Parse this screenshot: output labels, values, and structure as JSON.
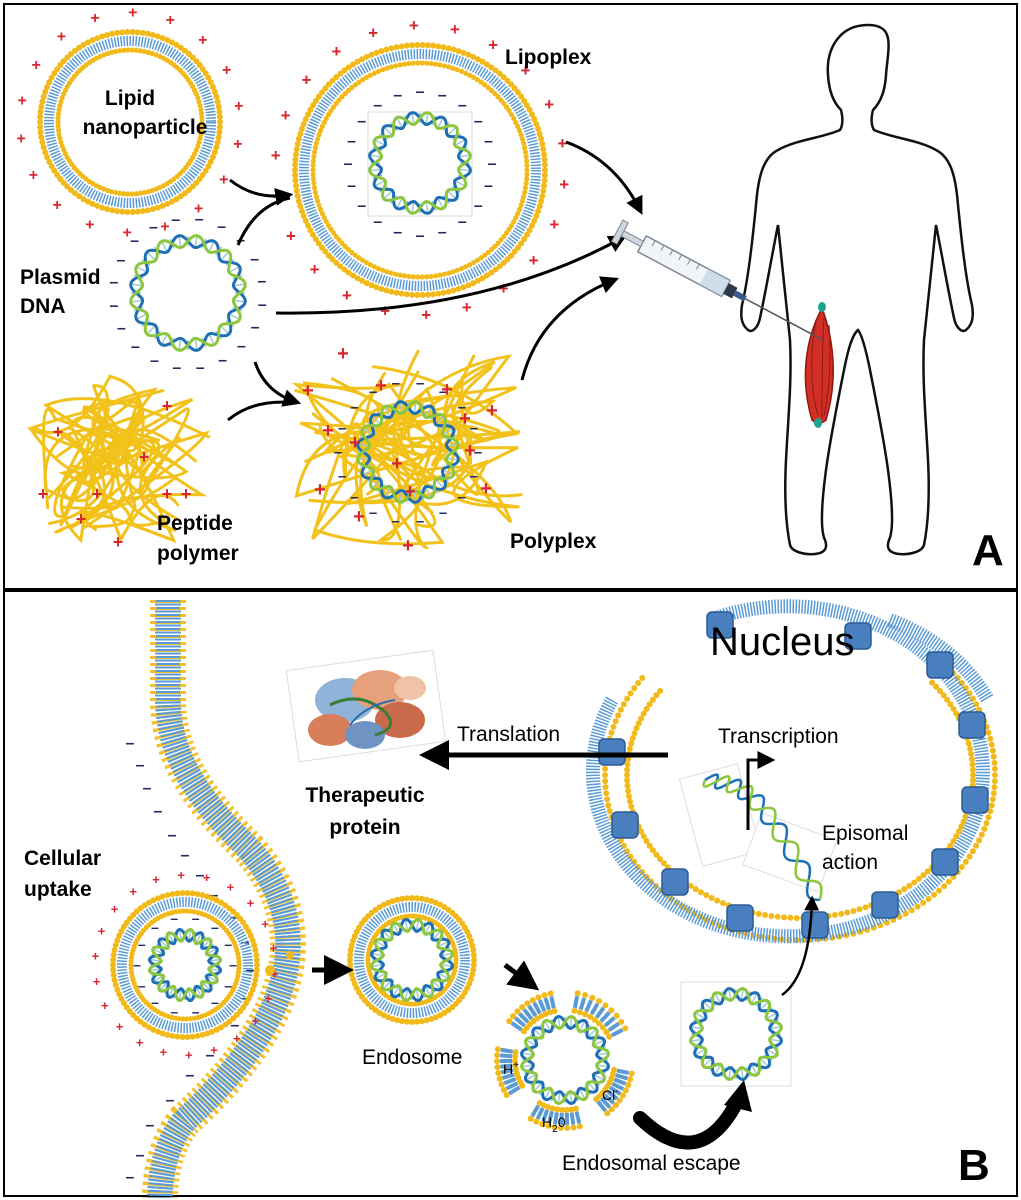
{
  "panel_a": {
    "letter": "A",
    "labels": {
      "lipid_nanoparticle": [
        "Lipid",
        "nanoparticle"
      ],
      "lipoplex": "Lipoplex",
      "plasmid_dna": [
        "Plasmid",
        "DNA"
      ],
      "peptide_polymer": [
        "Peptide",
        "polymer"
      ],
      "polyplex": "Polyplex"
    }
  },
  "panel_b": {
    "letter": "B",
    "labels": {
      "nucleus": "Nucleus",
      "translation": "Translation",
      "transcription": "Transcription",
      "therapeutic_protein": [
        "Therapeutic",
        "protein"
      ],
      "episomal_action": [
        "Episomal",
        "action"
      ],
      "cellular_uptake": [
        "Cellular",
        "uptake"
      ],
      "endosome": "Endosome",
      "endosomal_escape": "Endosomal escape",
      "h_plus": "H",
      "h_plus_sup": "+",
      "cl_minus": "Cl",
      "cl_minus_sup": "-",
      "water_h": "H",
      "water_sub": "2",
      "water_o": "0"
    }
  },
  "colors": {
    "lipid_head": "#f2b91a",
    "lipid_tail": "#5b9bd5",
    "cationic_charge": "#d7262d",
    "anionic_charge": "#1f2a5a",
    "peptide_polymer": "#f2c21a",
    "muscle": "#d12f25",
    "nuclear_pore": "#4a7fbf",
    "dna_strand_a": "#1f6fb5",
    "dna_strand_b": "#8cc63f"
  },
  "icons": [
    "syringe-icon",
    "human-silhouette-icon",
    "muscle-icon",
    "protein-structure-icon"
  ]
}
